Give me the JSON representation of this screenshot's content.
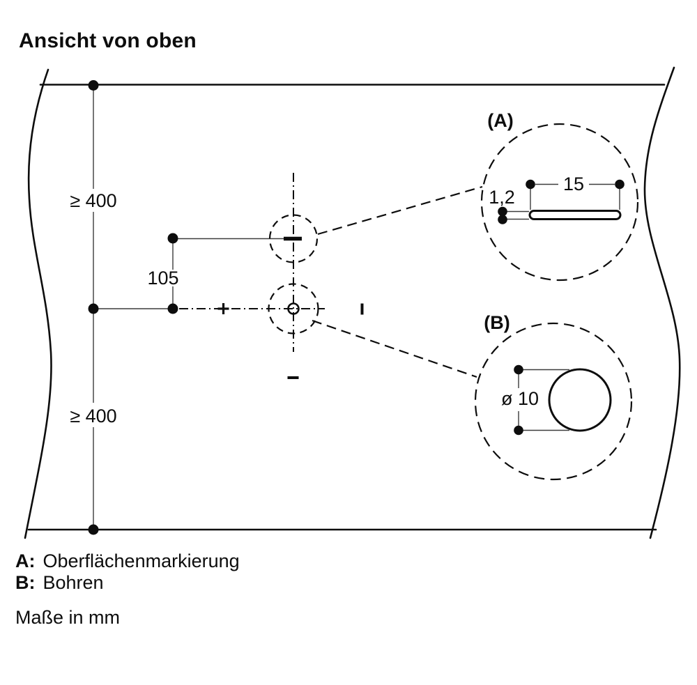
{
  "title": "Ansicht von oben",
  "legend": {
    "a_key": "A:",
    "a_value": "Oberflächenmarkierung",
    "b_key": "B:",
    "b_value": "Bohren"
  },
  "units_note": "Maße in mm",
  "diagram": {
    "detail_a_label": "(A)",
    "detail_b_label": "(B)",
    "dim_top_clearance": "≥ 400",
    "dim_bottom_clearance": "≥ 400",
    "dim_center_offset": "105",
    "dim_slot_length": "15",
    "dim_slot_width": "1,2",
    "dim_hole_diameter": "ø 10",
    "marks": {
      "upper_target": "surface-marking-slot",
      "lower_target": "drill-hole",
      "left_mark": "plus",
      "right_mark": "bar",
      "bottom_mark": "minus"
    }
  },
  "colors": {
    "ink": "#0d0d0d",
    "dim_line": "#3c3c3c",
    "background": "#ffffff"
  }
}
